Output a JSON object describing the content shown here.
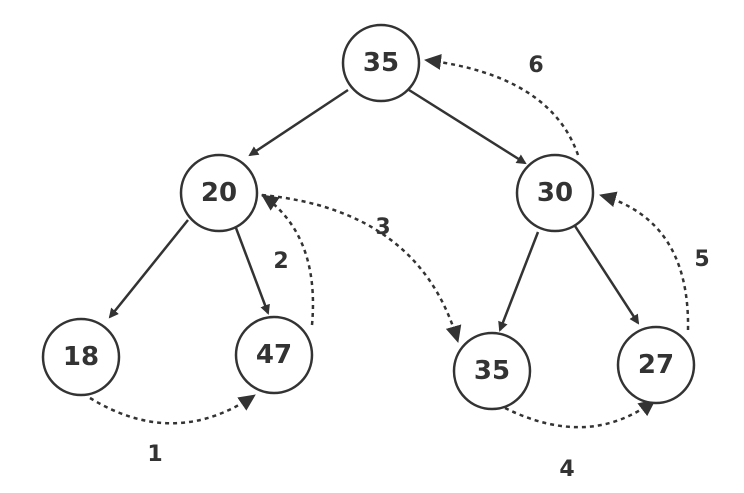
{
  "colors": {
    "ink": "#333333",
    "background": "#ffffff"
  },
  "nodes": [
    {
      "id": "root",
      "label": "35"
    },
    {
      "id": "left",
      "label": "20"
    },
    {
      "id": "right",
      "label": "30"
    },
    {
      "id": "left-left",
      "label": "18"
    },
    {
      "id": "left-right",
      "label": "47"
    },
    {
      "id": "right-left",
      "label": "35"
    },
    {
      "id": "right-right",
      "label": "27"
    }
  ],
  "tree_edges": [
    {
      "from": "root",
      "to": "left"
    },
    {
      "from": "root",
      "to": "right"
    },
    {
      "from": "left",
      "to": "left-left"
    },
    {
      "from": "left",
      "to": "left-right"
    },
    {
      "from": "right",
      "to": "right-left"
    },
    {
      "from": "right",
      "to": "right-right"
    }
  ],
  "steps": [
    {
      "label": "1",
      "from": "left-left",
      "to": "left-right"
    },
    {
      "label": "2",
      "from": "left-right",
      "to": "left"
    },
    {
      "label": "3",
      "from": "left",
      "to": "right-left"
    },
    {
      "label": "4",
      "from": "right-left",
      "to": "right-right"
    },
    {
      "label": "5",
      "from": "right-right",
      "to": "right"
    },
    {
      "label": "6",
      "from": "right",
      "to": "root"
    }
  ]
}
